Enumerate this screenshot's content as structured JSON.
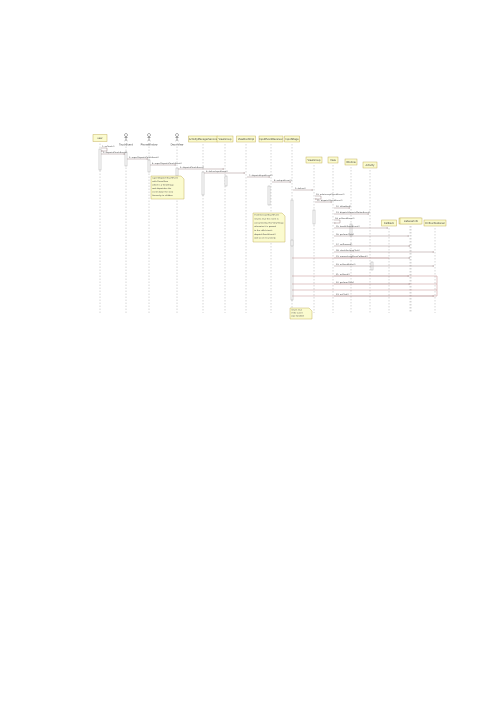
{
  "diagram": {
    "type": "uml-sequence",
    "colors": {
      "lifeline_box_fill": "#fbfbcf",
      "lifeline_box_border": "#b8a242",
      "note_fill": "#fbfbcf",
      "line": "#9a9a9a",
      "arrow": "#8a6f70",
      "text": "#404040",
      "return_arrow": "#a86060"
    },
    "actors": [
      {
        "id": "a0",
        "label": "user",
        "kind": "box"
      },
      {
        "id": "a1",
        "label": "TouchEvent",
        "kind": "actor"
      },
      {
        "id": "a2",
        "label": "PhoneWindow",
        "kind": "actor"
      },
      {
        "id": "a3",
        "label": "DecorView",
        "kind": "actor"
      },
      {
        "id": "a4",
        "label": "ActivityManagerService",
        "kind": "box"
      },
      {
        "id": "a5",
        "label": "ViewGroup",
        "kind": "box"
      },
      {
        "id": "a6",
        "label": "ViewRootImpl",
        "kind": "box"
      },
      {
        "id": "a7",
        "label": "InputEventReceiver",
        "kind": "box"
      },
      {
        "id": "a8",
        "label": "InputStage",
        "kind": "box"
      },
      {
        "id": "a9",
        "label": "ViewGroup",
        "kind": "box"
      },
      {
        "id": "a10",
        "label": "View",
        "kind": "box"
      },
      {
        "id": "a11",
        "label": "Window",
        "kind": "box"
      },
      {
        "id": "a12",
        "label": "Activity",
        "kind": "box"
      },
      {
        "id": "a13",
        "label": "Callback",
        "kind": "box"
      },
      {
        "id": "a14",
        "label": "TouchDelegate",
        "kind": "box"
      },
      {
        "id": "a15",
        "label": "ListenerInfo",
        "kind": "box"
      },
      {
        "id": "a16",
        "label": "OnTouchListener",
        "kind": "box"
      }
    ],
    "messages": [
      {
        "from": "a0",
        "to": "a0",
        "label": "1: onTouch()"
      },
      {
        "from": "a0",
        "to": "a1",
        "label": "2: dispatchTouchEvent()"
      },
      {
        "from": "a1",
        "to": "a2",
        "label": "3: superDispatchTouchEvent()"
      },
      {
        "from": "a2",
        "to": "a3",
        "label": "4: superDispatchTouchEvent()"
      },
      {
        "from": "a3",
        "to": "a5",
        "label": "5: dispatchTouchEvent()"
      },
      {
        "from": "a4",
        "to": "a6",
        "label": "6: deliverInputEvent()"
      },
      {
        "from": "a6",
        "to": "a7",
        "label": "7: dispatchInputEvent()"
      },
      {
        "from": "a7",
        "to": "a8",
        "label": "8: onInputEvent()"
      },
      {
        "from": "a8",
        "to": "a9",
        "label": "9: deliver()"
      },
      {
        "from": "a9",
        "to": "a9",
        "label": "10: onInterceptTouchEvent()"
      },
      {
        "from": "a9",
        "to": "a10",
        "label": "11: dispatchTouchEvent()"
      },
      {
        "from": "a10",
        "to": "a11",
        "label": "12: isEnabled()"
      },
      {
        "from": "a10",
        "to": "a12",
        "label": "13: dispatchGenericMotionEvent()"
      },
      {
        "from": "a10",
        "to": "a10",
        "label": "14: onTouchEvent()"
      },
      {
        "from": "a10",
        "to": "a13",
        "label": "15: handleTouchEvent()"
      },
      {
        "from": "a10",
        "to": "a14",
        "label": "16: performClick()"
      },
      {
        "from": "a10",
        "to": "a15",
        "label": "17: setPressed()"
      },
      {
        "from": "a10",
        "to": "a16",
        "label": "18: checkForLongClick()"
      },
      {
        "from": "a10",
        "to": "a15",
        "label": "19: removeLongPressCallback()"
      },
      {
        "from": "a10",
        "to": "a16",
        "label": "20: onTouchEvent()"
      },
      {
        "from": "a10",
        "to": "a14",
        "label": "21: onTouch()"
      },
      {
        "from": "a10",
        "to": "a15",
        "label": "22: performClick()"
      },
      {
        "from": "a10",
        "to": "a16",
        "label": "23: onClick()"
      }
    ],
    "notes": [
      {
        "lines": [
          "superDispatchTouchEvent",
          "calls DecorView",
          "which is a ViewGroup",
          "and dispatches the",
          "event down the view",
          "hierarchy to children"
        ]
      },
      {
        "lines": [
          "If onInterceptTouchEvent",
          "returns true the event is",
          "consumed by this ViewGroup",
          "otherwise it is passed",
          "to the child view's",
          "dispatchTouchEvent()",
          "and so on recursively"
        ]
      },
      {
        "lines": [
          "return true",
          "if the event",
          "was handled"
        ]
      }
    ]
  }
}
